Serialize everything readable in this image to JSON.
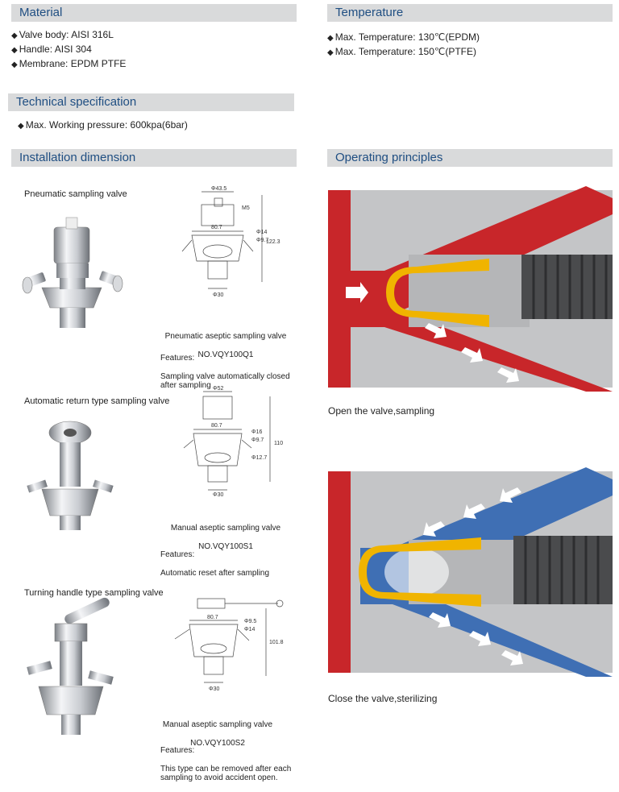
{
  "sections": {
    "material": {
      "title": "Material",
      "items": [
        "Valve body: AISI 316L",
        "Handle: AISI 304",
        "Membrane: EPDM  PTFE"
      ]
    },
    "temperature": {
      "title": "Temperature",
      "items": [
        "Max. Temperature: 130℃(EPDM)",
        "Max. Temperature: 150℃(PTFE)"
      ]
    },
    "technical": {
      "title": "Technical specification",
      "items": [
        "Max. Working pressure: 600kpa(6bar)"
      ]
    },
    "installation": {
      "title": "Installation dimension",
      "valves": [
        {
          "caption": "Pneumatic sampling valve",
          "model_line1": "Pneumatic aseptic sampling valve",
          "model_line2": "NO.VQY100Q1",
          "features_label": "Features:",
          "features": "Sampling valve automatically closed\nafter sampling",
          "dims": {
            "top": "Φ43.5",
            "thread": "M5",
            "width": "80.7",
            "height": "122.3",
            "side1": "Φ14",
            "side2": "Φ9.7",
            "bottom": "Φ30"
          }
        },
        {
          "caption": "Automatic return type sampling valve",
          "model_line1": "Manual aseptic sampling valve",
          "model_line2": "NO.VQY100S1",
          "features_label": "Features:",
          "features": "Automatic reset after sampling",
          "dims": {
            "top": "Φ52",
            "width": "80.7",
            "height": "110",
            "side1": "Φ16",
            "side2": "Φ9.7",
            "side3": "Φ12.7",
            "bottom": "Φ30"
          }
        },
        {
          "caption": "Turning handle type sampling valve",
          "model_line1": "Manual aseptic sampling valve",
          "model_line2": "NO.VQY100S2",
          "features_label": "Features:",
          "features": "This type can be removed after each\nsampling to avoid accident open.",
          "dims": {
            "width": "80.7",
            "height": "101.8",
            "side1": "Φ9.5",
            "side2": "Φ14",
            "bottom": "Φ30"
          }
        }
      ]
    },
    "operating": {
      "title": "Operating principles",
      "open_caption": "Open the valve,sampling",
      "close_caption": "Close the valve,sterilizing"
    }
  },
  "colors": {
    "header_bg": "#d9dadb",
    "header_text": "#1f4e82",
    "flow_red": "#c8262a",
    "flow_blue": "#3f6fb4",
    "membrane_yellow": "#f0b400",
    "body_grey": "#b5b6b8",
    "spring_dark": "#4a4b4d"
  }
}
